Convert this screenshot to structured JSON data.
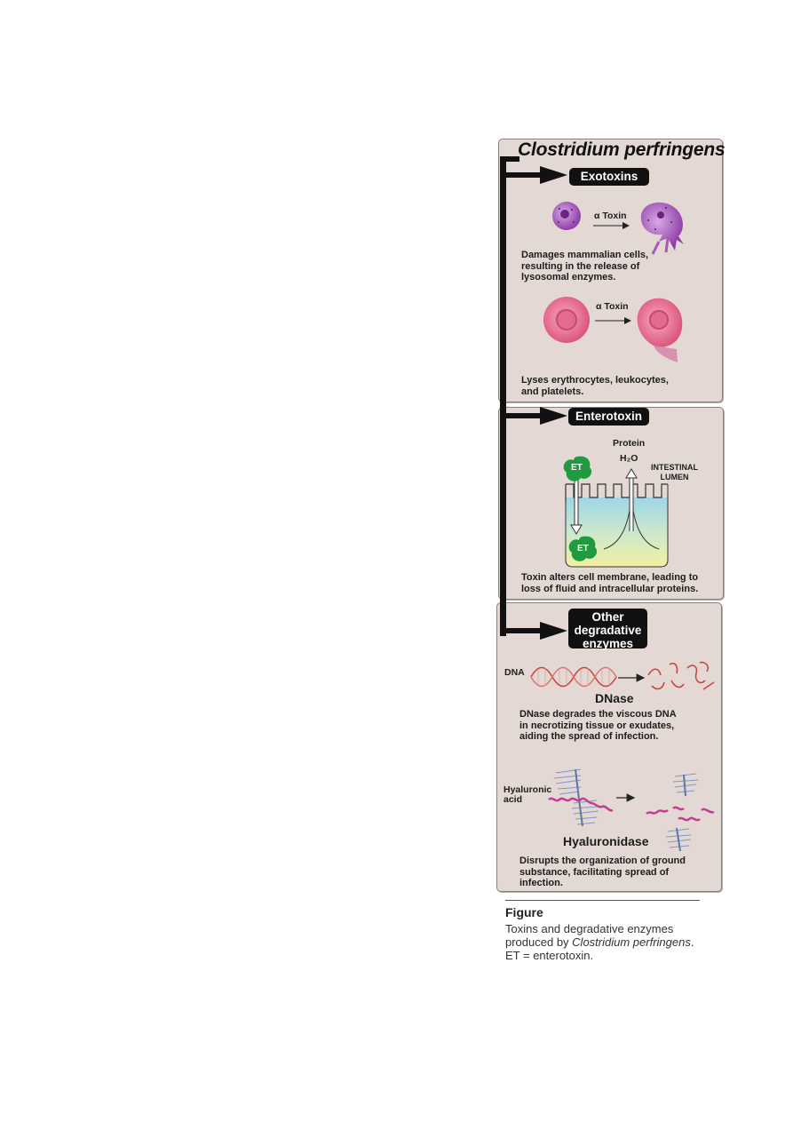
{
  "title": "Clostridium perfringens",
  "sections": {
    "exotoxins": {
      "label": "Exotoxins",
      "arrow1_label": "α Toxin",
      "desc1": [
        "Damages mammalian cells,",
        "resulting in the release of",
        "lysosomal enzymes."
      ],
      "arrow2_label": "α Toxin",
      "desc2": [
        "Lyses erythrocytes, leukocytes,",
        "and platelets."
      ]
    },
    "enterotoxin": {
      "label": "Enterotoxin",
      "protein": "Protein",
      "water": "H₂O",
      "lumen": [
        "INTESTINAL",
        "LUMEN"
      ],
      "et_top": "ET",
      "et_bottom": "ET",
      "desc": [
        "Toxin alters cell membrane, leading to",
        "loss of fluid and intracellular proteins."
      ]
    },
    "other": {
      "label": [
        "Other",
        "degradative",
        "enzymes"
      ],
      "dna_label": "DNA",
      "dnase_title": "DNase",
      "dnase_desc": [
        "DNase degrades the viscous DNA",
        "in necrotizing tissue or exudates,",
        "aiding the spread of infection."
      ],
      "ha_label": [
        "Hyaluronic",
        "acid"
      ],
      "hyal_title": "Hyaluronidase",
      "hyal_desc": [
        "Disrupts the organization of ground",
        "substance, facilitating spread of",
        "infection."
      ]
    }
  },
  "caption": {
    "heading": "Figure",
    "line1": "Toxins and degradative enzymes",
    "line2_prefix": "produced by ",
    "line2_italic": "Clostridium perfringens",
    "line2_suffix": ".",
    "line3": "ET = enterotoxin."
  },
  "colors": {
    "panel": "#e3d8d3",
    "cell_purple": "#a35ab8",
    "rbc_pink": "#df5f86",
    "et_green": "#1f9a3f",
    "dna_red": "#c9473f",
    "ha_magenta": "#c43c93",
    "matrix_blue": "#7f97c6"
  }
}
